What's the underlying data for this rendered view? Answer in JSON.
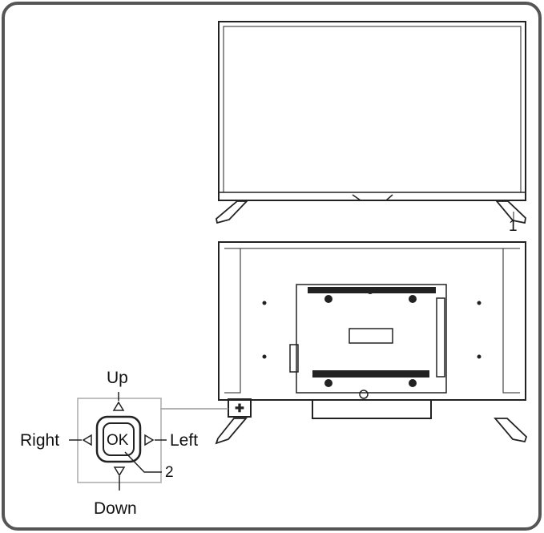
{
  "labels": {
    "up": "Up",
    "down": "Down",
    "left": "Left",
    "right": "Right",
    "ok": "OK",
    "callout_1": "1",
    "callout_2": "2"
  },
  "icons": [
    "up-arrow-icon",
    "down-arrow-icon",
    "left-arrow-icon",
    "right-arrow-icon",
    "joystick-button-icon"
  ],
  "colors": {
    "line": "#222222",
    "frame": "#555555",
    "leader": "#999999"
  }
}
